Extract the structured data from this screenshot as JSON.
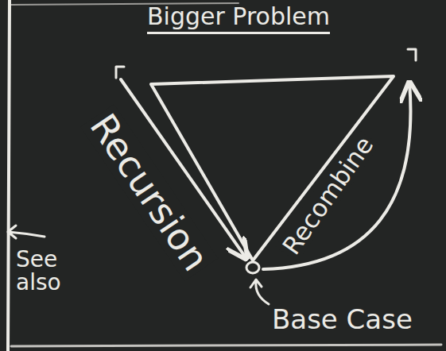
{
  "diagram": {
    "nodes": [
      {
        "text": [
          "Bigger Problem"
        ]
      },
      {
        "text": [
          "Base Case"
        ]
      }
    ],
    "edges": [
      {
        "from": 0,
        "to": 1,
        "label": "Recursion",
        "arrow": "to"
      },
      {
        "from": 1,
        "to": 0,
        "label": "Recombine",
        "arrow": "to"
      }
    ],
    "labels": [
      "See also"
    ]
  }
}
